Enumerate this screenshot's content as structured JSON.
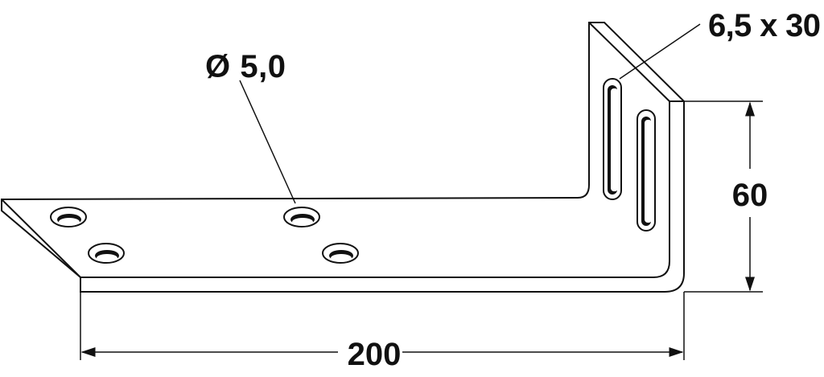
{
  "drawing": {
    "title": "Angle bracket",
    "dimensions": {
      "hole_diameter": "Ø 5,0",
      "slot_size": "6,5 x 30",
      "length": "200",
      "height": "60"
    },
    "colors": {
      "line": "#111111",
      "background": "#ffffff"
    }
  }
}
